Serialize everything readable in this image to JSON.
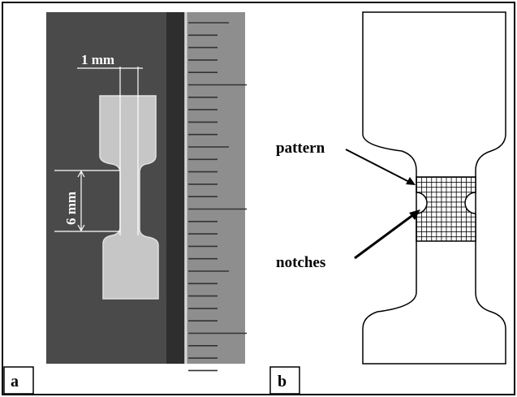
{
  "panel_a": {
    "label": "a",
    "width_annotation": "1 mm",
    "length_annotation": "6 mm"
  },
  "panel_b": {
    "label": "b",
    "pattern_label": "pattern",
    "notches_label": "notches"
  },
  "colors": {
    "photo_background": "#4a4a4a",
    "ruler": "#8c8c8c",
    "specimen": "#c8c8c8",
    "line": "#000000"
  }
}
